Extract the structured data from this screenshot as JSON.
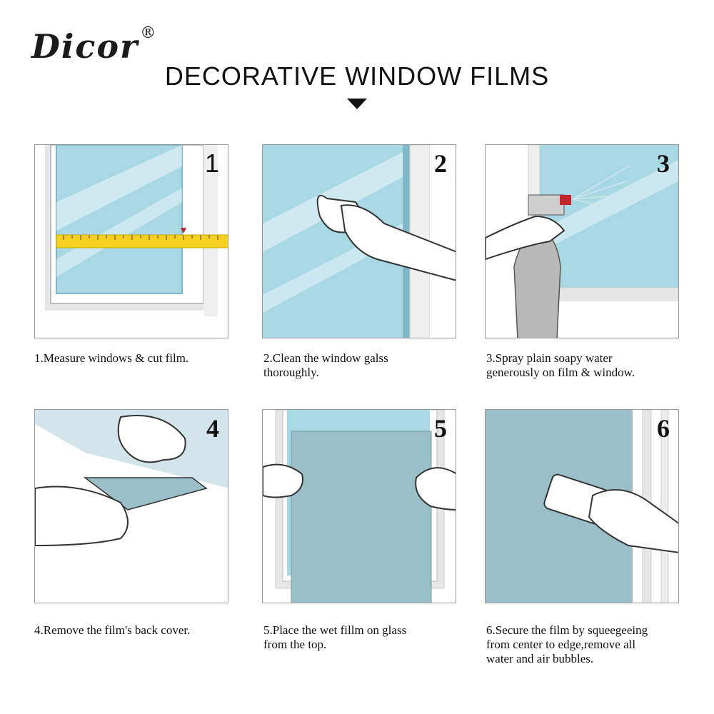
{
  "brand": {
    "name": "Dicor",
    "mark": "®"
  },
  "header": {
    "title": "DECORATIVE WINDOW FILMS",
    "arrow_icon": "triangle-down-icon"
  },
  "colors": {
    "glass": "#a8d8e4",
    "film": "#9bbfc9",
    "frame": "#d8d8d8",
    "tape": "#f5d020",
    "nozzle": "#c0272d"
  },
  "steps": [
    {
      "number": "1",
      "caption": "1.Measure windows & cut film."
    },
    {
      "number": "2",
      "caption": "2.Clean the window galss\nthoroughly."
    },
    {
      "number": "3",
      "caption": "3.Spray plain soapy water\ngenerously on film & window."
    },
    {
      "number": "4",
      "caption": "4.Remove the film's back cover."
    },
    {
      "number": "5",
      "caption": "5.Place the wet fillm on glass\nfrom the top."
    },
    {
      "number": "6",
      "caption": "6.Secure the film by squeegeeing\nfrom center to edge,remove all\nwater and air bubbles."
    }
  ]
}
